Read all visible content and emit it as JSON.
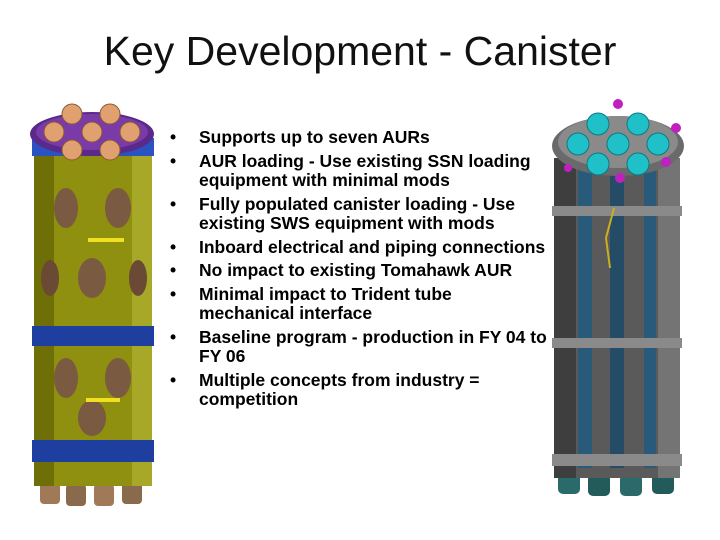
{
  "slide": {
    "title": "Key Development - Canister",
    "bullet_glyph": "•",
    "bullets": [
      "Supports up to seven AURs",
      "AUR loading - Use existing SSN loading equipment with minimal mods",
      "Fully populated canister loading - Use existing SWS equipment with mods",
      "Inboard electrical and piping connections",
      "No impact to existing Tomahawk AUR",
      "Minimal impact to Trident tube mechanical interface",
      "Baseline program - production in FY 04 to FY 06",
      "Multiple concepts from industry = competition"
    ]
  },
  "images": {
    "left": {
      "icon": "yellow-canister-render",
      "colors": {
        "body": "#8f8f10",
        "band": "#1f3fa0",
        "lid": "#5a2a8a",
        "dome": "#e0a070"
      }
    },
    "right": {
      "icon": "gray-canister-render",
      "colors": {
        "body": "#5a5a5a",
        "tube": "#2a5a7a",
        "dome": "#20c0c8",
        "accent": "#c020c0"
      }
    }
  }
}
